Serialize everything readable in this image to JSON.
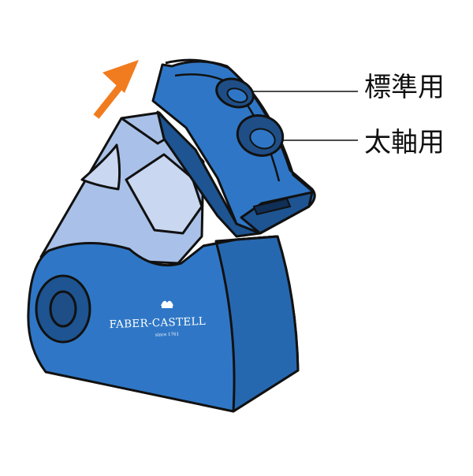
{
  "labels": {
    "standard_hole": "標準用",
    "thick_hole": "太軸用"
  },
  "brand": {
    "logo_text": "FABER-CASTELL",
    "logo_tagline": "since 1761"
  },
  "colors": {
    "body_blue": "#2f77c6",
    "dark_blue": "#1d5491",
    "hole_blue": "#1f4e86",
    "light_blue": "#a9c1e8",
    "pale_blue": "#c9d7f1",
    "arrow_orange": "#f07c1f",
    "outline": "#111111"
  },
  "icons": {
    "direction": "arrow-up-right-icon",
    "crest": "faber-castell-crest-icon"
  }
}
